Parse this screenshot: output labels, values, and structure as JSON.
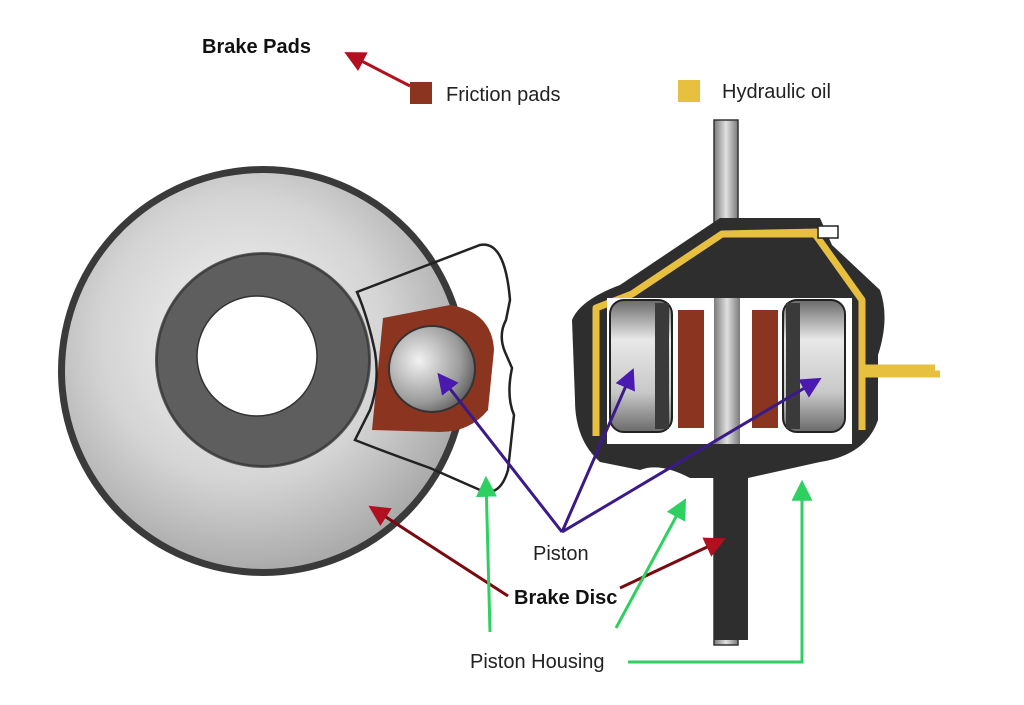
{
  "labels": {
    "brake_pads": "Brake Pads",
    "friction_pads": "Friction pads",
    "hydraulic_oil": "Hydraulic oil",
    "piston": "Piston",
    "brake_disc": "Brake Disc",
    "piston_housing": "Piston Housing"
  },
  "colors": {
    "friction_pad": "#8b3520",
    "hydraulic_oil": "#e8c040",
    "disc_light": "#e6e6e6",
    "disc_dark": "#5e5e5e",
    "housing": "#2e2e2e",
    "arrow_red": "#b01020",
    "arrow_dark_red": "#7a0a10",
    "arrow_purple": "#3a1a8a",
    "arrow_green": "#2ed060"
  }
}
